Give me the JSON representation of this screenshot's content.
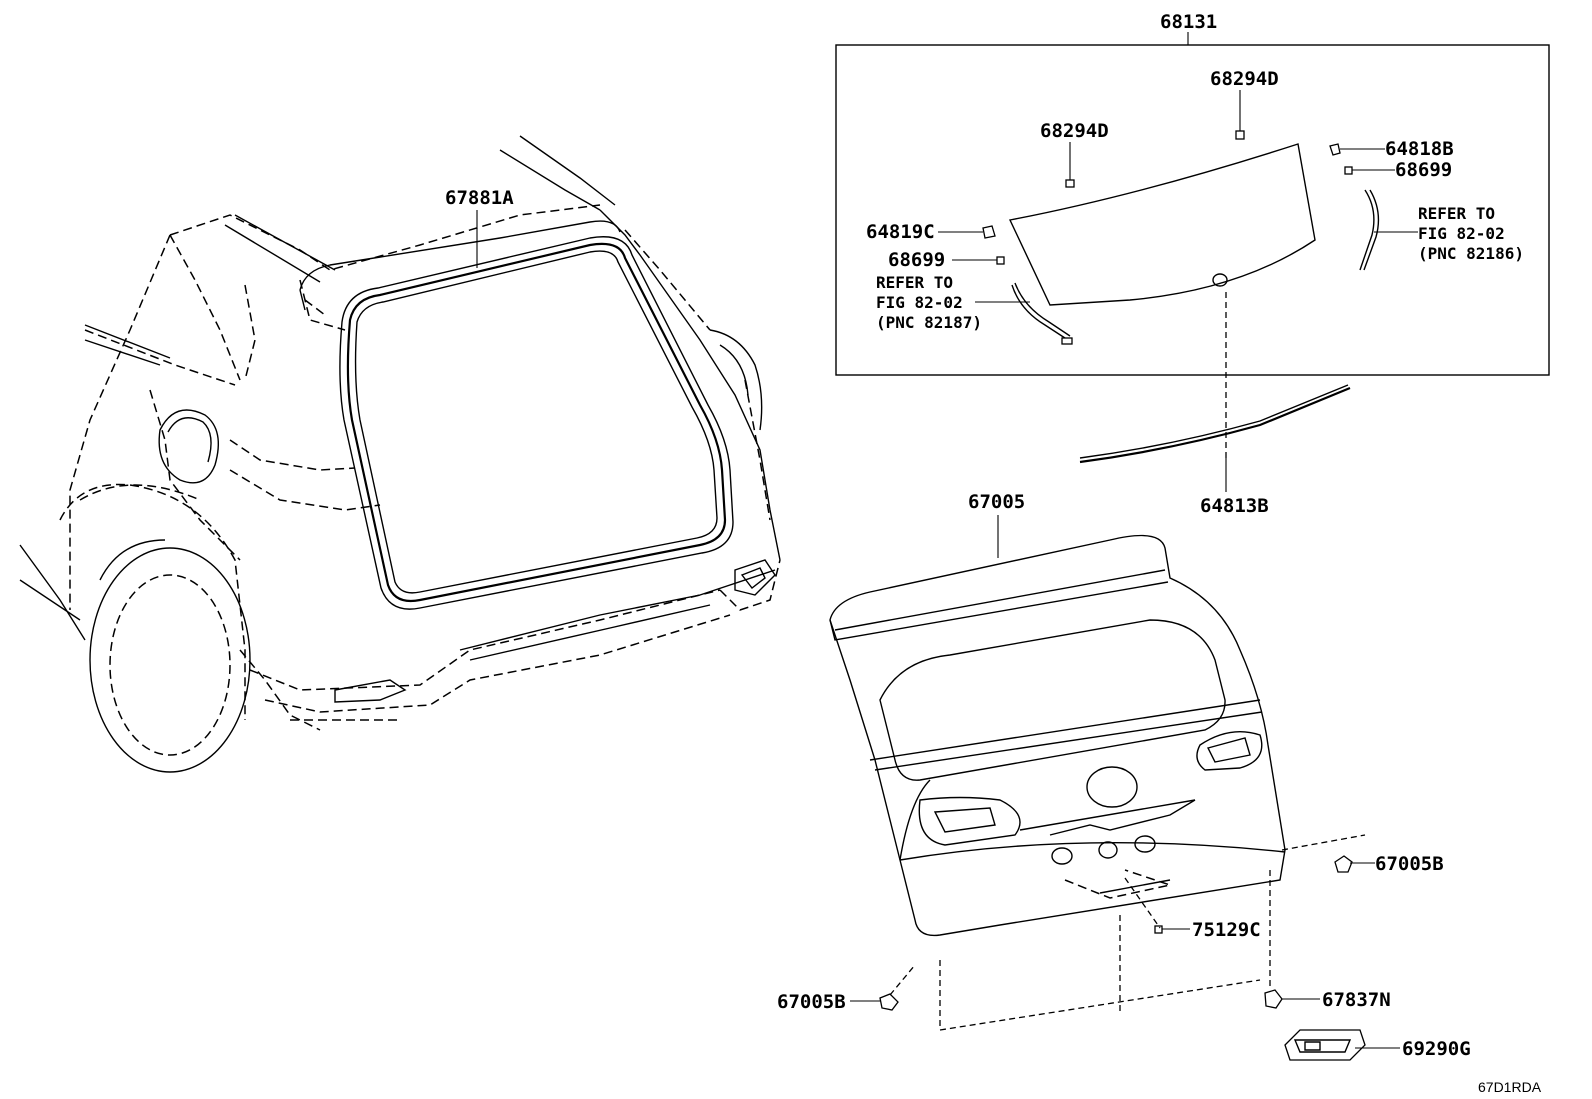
{
  "frame": {
    "label": "68131"
  },
  "labels": {
    "door_weatherstrip": "67881A",
    "glass_pin_top": "68294D",
    "glass_pin_left": "68294D",
    "clip_right": "64818B",
    "clip_right_small": "68699",
    "clip_left": "64819C",
    "clip_left_small": "68699",
    "glass_moulding": "64813B",
    "back_door_panel": "67005",
    "cushion_right": "67005B",
    "cushion_left": "67005B",
    "plug": "75129C",
    "stopper": "67837N",
    "lamp": "69290G"
  },
  "refer_left": [
    "REFER TO",
    "FIG 82-02",
    "(PNC 82187)"
  ],
  "refer_right": [
    "REFER TO",
    "FIG 82-02",
    "(PNC 82186)"
  ],
  "drawing_code": "67D1RDA"
}
